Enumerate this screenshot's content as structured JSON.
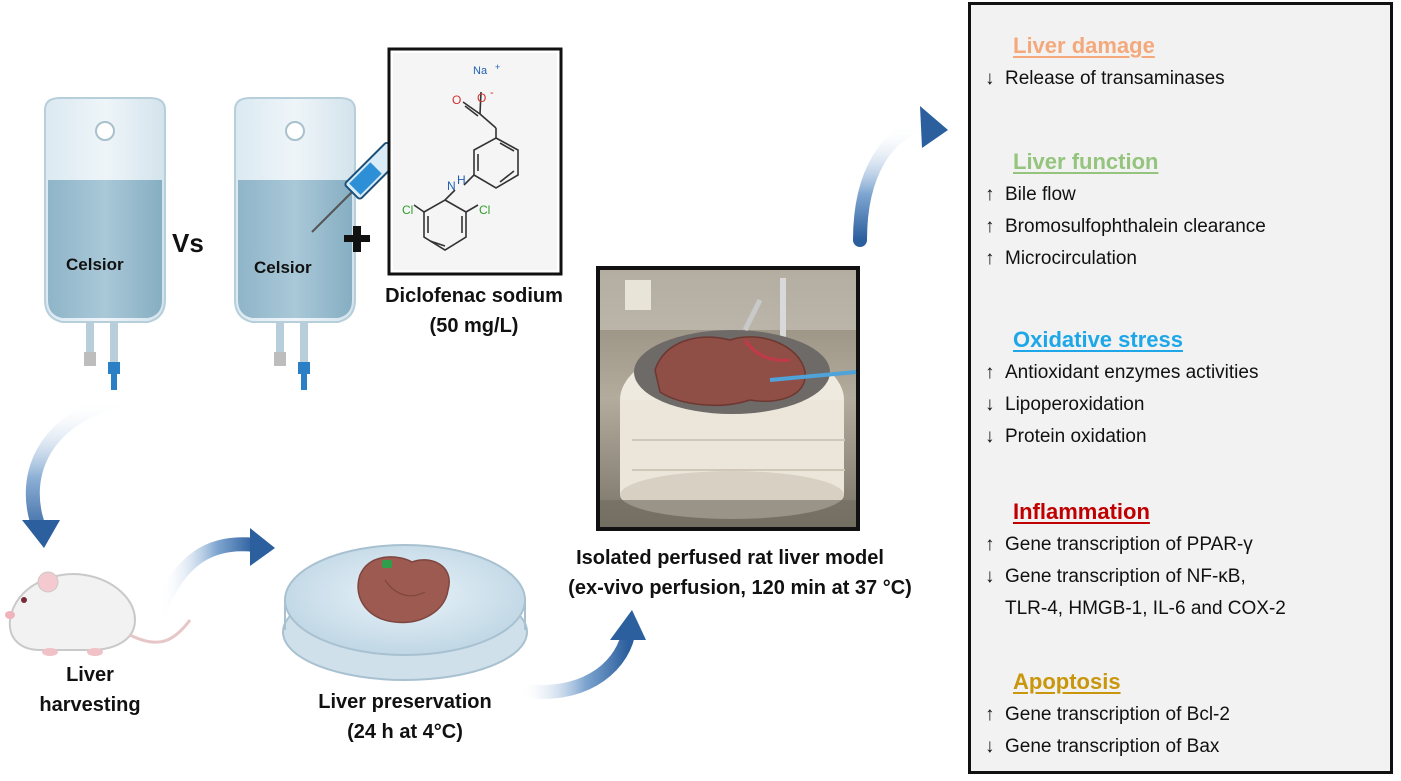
{
  "bags": {
    "left_label": "Celsior",
    "right_label": "Celsior",
    "vs": "Vs",
    "plus": "+"
  },
  "drug": {
    "na": "Na",
    "charge_plus": "+",
    "oxygen": "O",
    "charge_minus": "-",
    "nitrogen": "N",
    "hydrogen": "H",
    "cl_left": "Cl",
    "cl_right": "Cl",
    "name": "Diclofenac sodium",
    "dose": "(50 mg/L)"
  },
  "steps": {
    "harvest_line1": "Liver",
    "harvest_line2": "harvesting",
    "preservation_line1": "Liver preservation",
    "preservation_line2": "(24 h at 4°C)",
    "model_line1": "Isolated perfused rat liver model",
    "model_line2": "(ex-vivo perfusion, 120 min at 37 °C)"
  },
  "outcomes": [
    {
      "title": "Liver damage",
      "direction": "down",
      "color": "#f4a97c",
      "lines": [
        {
          "arrow": "↓",
          "text": "Release of transaminases"
        }
      ]
    },
    {
      "title": "Liver function",
      "direction": "up",
      "color": "#94c47d",
      "lines": [
        {
          "arrow": "↑",
          "text": "Bile flow"
        },
        {
          "arrow": "↑",
          "text": "Bromosulfophthalein clearance"
        },
        {
          "arrow": "↑",
          "text": "Microcirculation"
        }
      ]
    },
    {
      "title": "Oxidative stress",
      "direction": "down",
      "color": "#1ea7e8",
      "lines": [
        {
          "arrow": "↑",
          "text": "Antioxidant enzymes activities"
        },
        {
          "arrow": "↓",
          "text": "Lipoperoxidation"
        },
        {
          "arrow": "↓",
          "text": "Protein oxidation"
        }
      ]
    },
    {
      "title": "Inflammation",
      "direction": "down",
      "color": "#c00000",
      "lines": [
        {
          "arrow": "↑",
          "text": "Gene transcription of PPAR-γ"
        },
        {
          "arrow": "↓",
          "text": "Gene transcription of NF-κB,"
        },
        {
          "arrow": "",
          "text": "TLR-4, HMGB-1, IL-6 and COX-2"
        }
      ]
    },
    {
      "title": "Apoptosis",
      "direction": "down",
      "color": "#c9960c",
      "lines": [
        {
          "arrow": "↑",
          "text": "Gene transcription of Bcl-2"
        },
        {
          "arrow": "↓",
          "text": "Gene transcription of Bax"
        }
      ]
    }
  ]
}
